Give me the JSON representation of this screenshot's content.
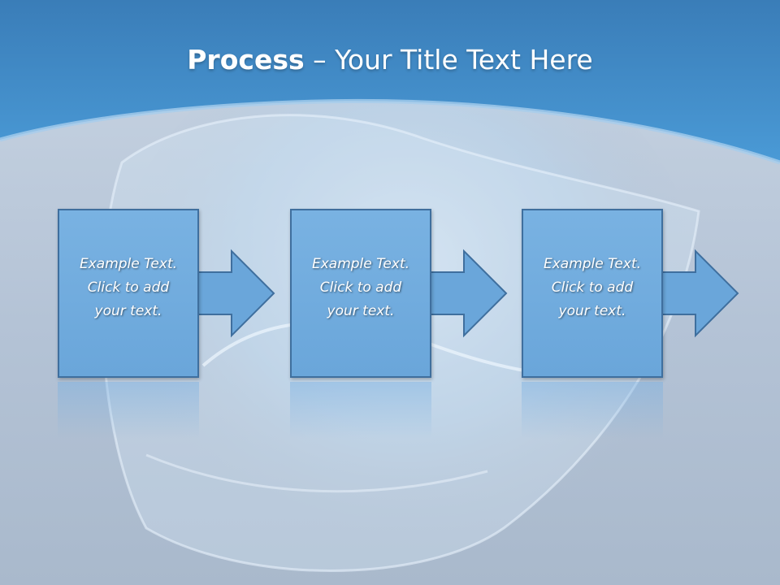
{
  "slide": {
    "title_bold": "Process",
    "title_rest": " – Your Title Text Here"
  },
  "steps": [
    {
      "line1": "Example Text.",
      "line2": "Click  to add",
      "line3": "your text."
    },
    {
      "line1": "Example Text.",
      "line2": "Click  to add",
      "line3": "your text."
    },
    {
      "line1": "Example Text.",
      "line2": "Click  to add",
      "line3": "your text."
    }
  ],
  "colors": {
    "header_blue": "#3d86c6",
    "box_fill": "#6fabdf",
    "box_border": "#3f6f9e",
    "text": "#ffffff"
  },
  "background": {
    "image": "water-splash"
  }
}
